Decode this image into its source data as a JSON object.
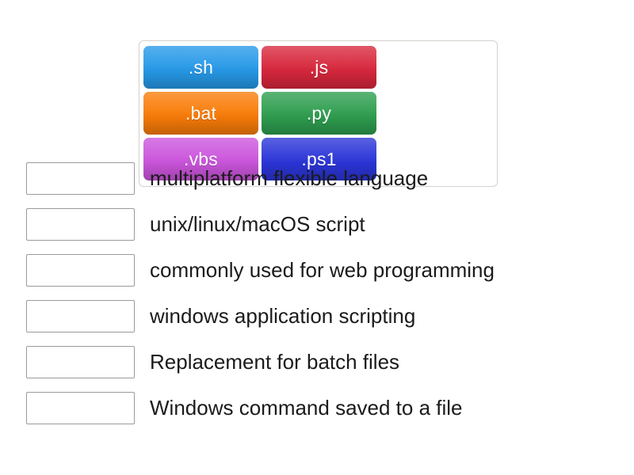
{
  "tile_bank": {
    "name": "answer-tile-bank",
    "tiles": [
      {
        "label": ".sh",
        "color": "#2699e8"
      },
      {
        "label": ".js",
        "color": "#d8273c"
      },
      {
        "label": ".bat",
        "color": "#f97c08"
      },
      {
        "label": ".py",
        "color": "#2e9e4f"
      },
      {
        "label": ".vbs",
        "color": "#cc55dd"
      },
      {
        "label": ".ps1",
        "color": "#2b35d8"
      }
    ]
  },
  "rows": [
    {
      "dropzone_value": "",
      "text": "multiplatform flexible language"
    },
    {
      "dropzone_value": "",
      "text": "unix/linux/macOS script"
    },
    {
      "dropzone_value": "",
      "text": "commonly used for web programming"
    },
    {
      "dropzone_value": "",
      "text": "windows application scripting"
    },
    {
      "dropzone_value": "",
      "text": "Replacement for batch files"
    },
    {
      "dropzone_value": "",
      "text": "Windows command saved to a file"
    }
  ],
  "colors": {
    "background": "#ffffff",
    "text": "#1b1b1b",
    "dropzone_border": "#9b9b9b",
    "bank_border": "#d6d3cd"
  }
}
